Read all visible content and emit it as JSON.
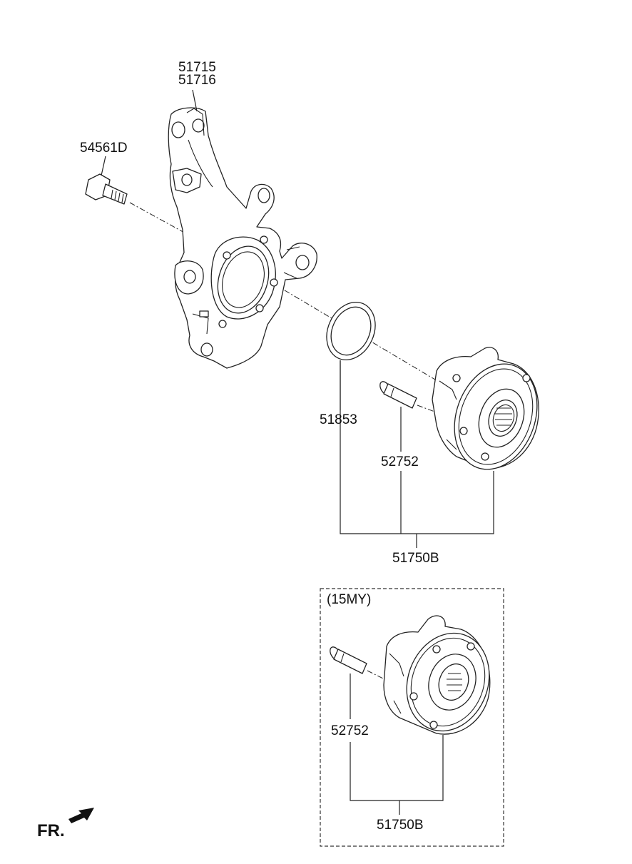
{
  "callouts": {
    "knuckle_lh": "51715",
    "knuckle_rh": "51716",
    "bolt": "54561D",
    "snap_ring": "51853",
    "hub_bolt_main": "52752",
    "hub_assy_main": "51750B",
    "hub_bolt_15my": "52752",
    "hub_assy_15my": "51750B"
  },
  "variant_box": {
    "label": "(15MY)"
  },
  "direction": {
    "label": "FR."
  }
}
